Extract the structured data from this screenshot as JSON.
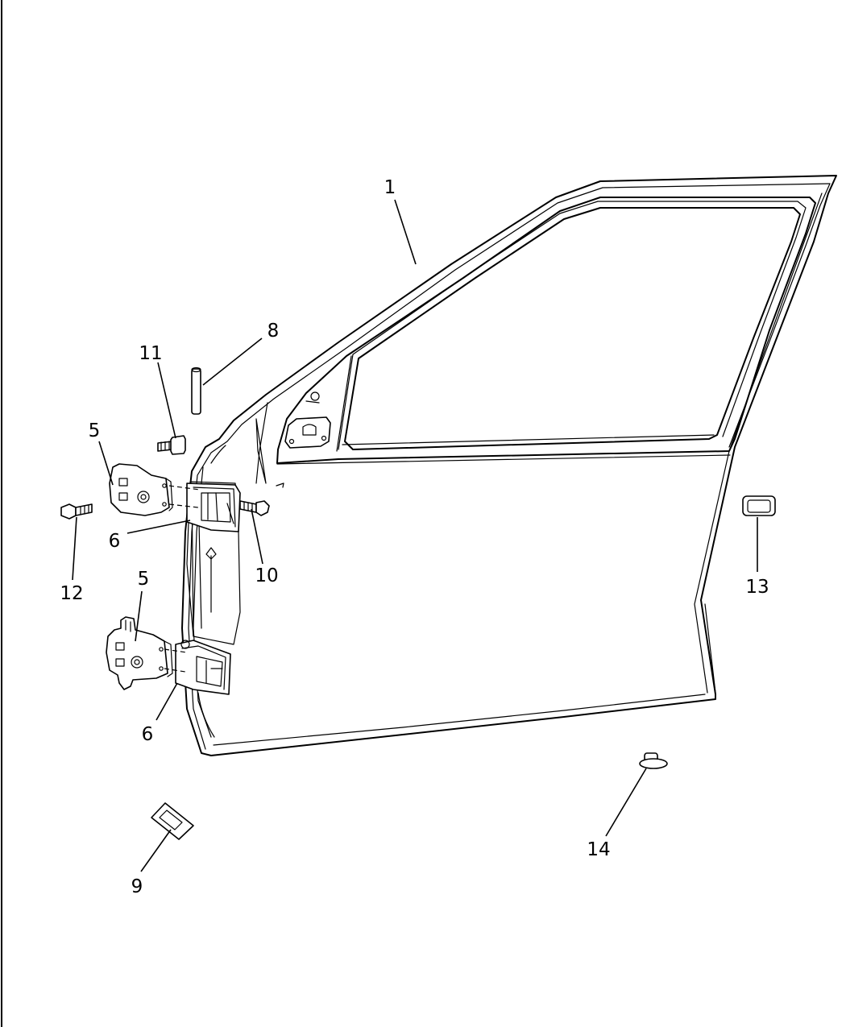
{
  "callouts": {
    "c1": "1",
    "c5a": "5",
    "c5b": "5",
    "c6a": "6",
    "c6b": "6",
    "c8": "8",
    "c9": "9",
    "c10": "10",
    "c11": "11",
    "c12": "12",
    "c13": "13",
    "c14": "14"
  },
  "parts": [
    {
      "callout": "1",
      "icon": "door-shell-icon"
    },
    {
      "callout": "5",
      "icon": "hinge-door-half-icon"
    },
    {
      "callout": "6",
      "icon": "hinge-body-half-icon"
    },
    {
      "callout": "8",
      "icon": "hinge-pin-icon"
    },
    {
      "callout": "9",
      "icon": "shim-icon"
    },
    {
      "callout": "10",
      "icon": "bolt-icon"
    },
    {
      "callout": "11",
      "icon": "bolt-icon"
    },
    {
      "callout": "12",
      "icon": "bolt-icon"
    },
    {
      "callout": "13",
      "icon": "plug-icon"
    },
    {
      "callout": "14",
      "icon": "plug-icon"
    }
  ]
}
